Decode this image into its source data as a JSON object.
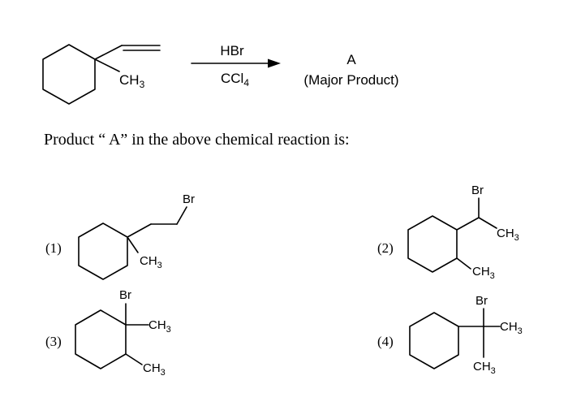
{
  "reaction": {
    "substituent_label": "CH3",
    "reagent_top": "HBr",
    "reagent_bottom": "CCl4",
    "product_letter": "A",
    "product_note": "(Major Product)"
  },
  "question": "Product “ A” in the above chemical reaction is:",
  "options": [
    {
      "number": "(1)",
      "labels": {
        "br": "Br",
        "ch3": "CH3"
      }
    },
    {
      "number": "(2)",
      "labels": {
        "br": "Br",
        "ch3_a": "CH3",
        "ch3_b": "CH3"
      }
    },
    {
      "number": "(3)",
      "labels": {
        "br": "Br",
        "ch3_a": "CH3",
        "ch3_b": "CH3"
      }
    },
    {
      "number": "(4)",
      "labels": {
        "br": "Br",
        "ch3_a": "CH3",
        "ch3_b": "CH3"
      }
    }
  ]
}
